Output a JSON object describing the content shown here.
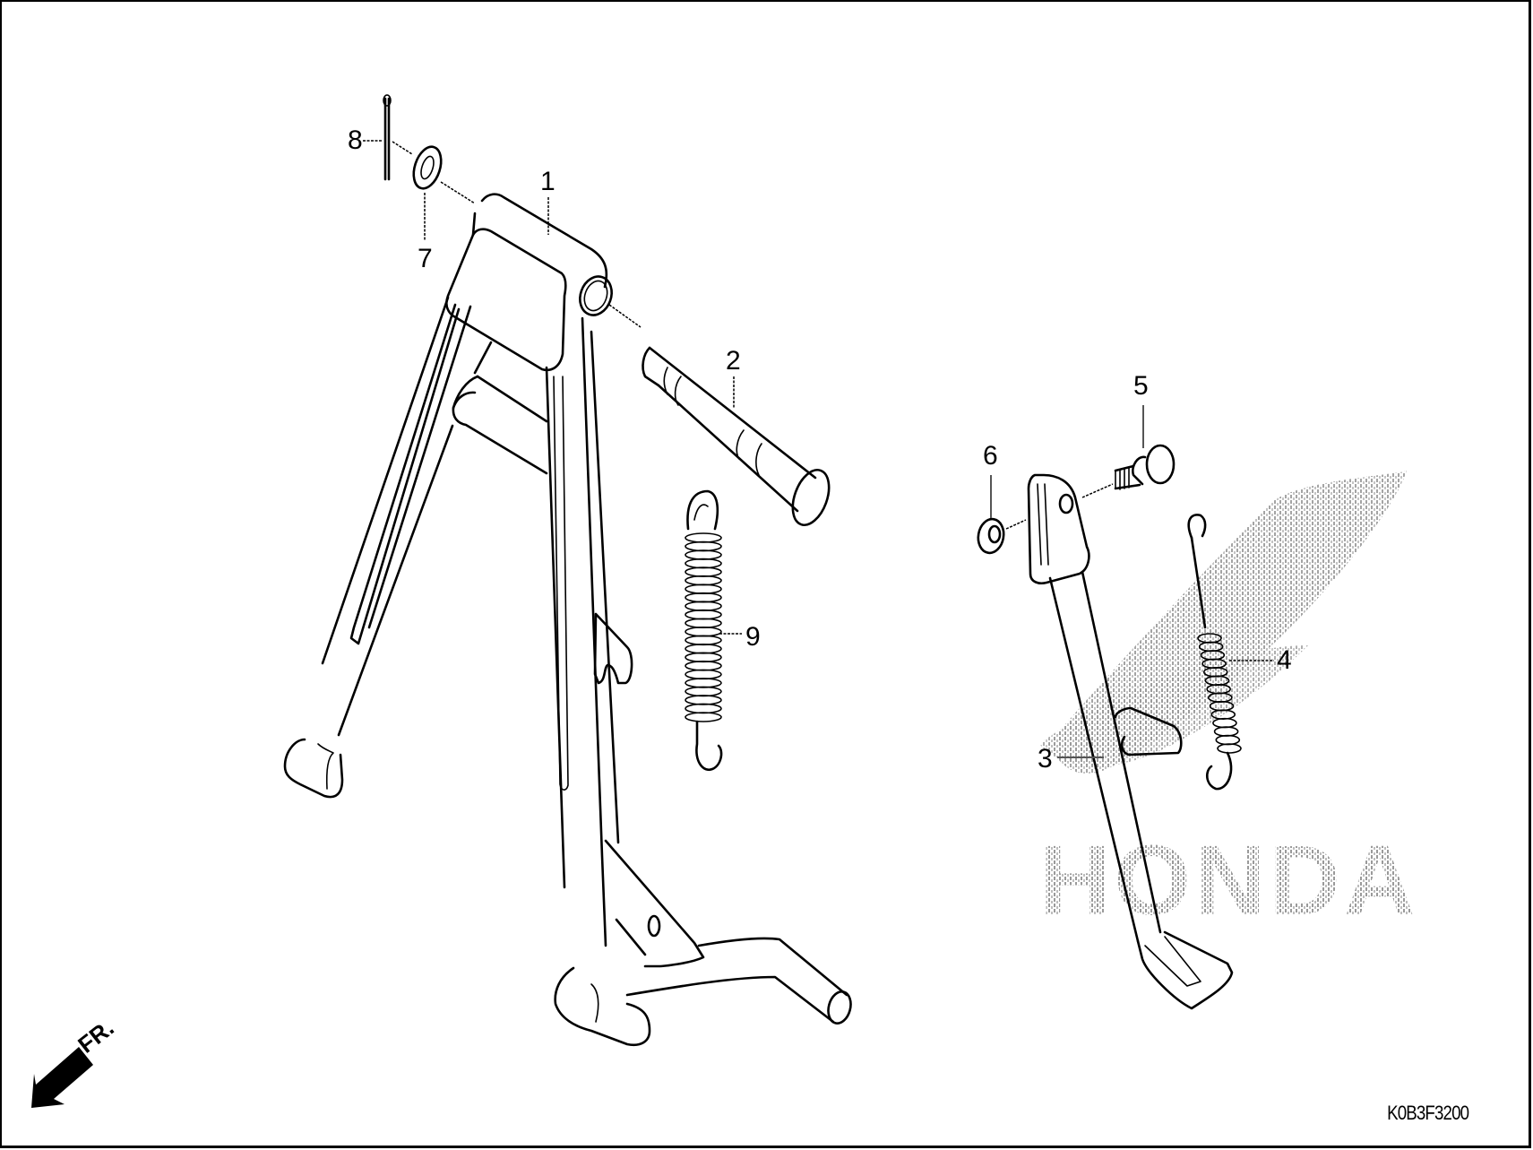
{
  "diagram": {
    "title": "Stand (parts diagram)",
    "code": "K0B3F3200",
    "direction_label": "FR.",
    "watermark": "HONDA",
    "colors": {
      "line": "#000000",
      "background": "#ffffff",
      "watermark": "#9a9a9a"
    },
    "parts": [
      {
        "ref": "1",
        "description": "main stand"
      },
      {
        "ref": "2",
        "description": "stand pivot shaft"
      },
      {
        "ref": "3",
        "description": "side stand"
      },
      {
        "ref": "4",
        "description": "side stand spring"
      },
      {
        "ref": "5",
        "description": "side stand pivot bolt"
      },
      {
        "ref": "6",
        "description": "nut"
      },
      {
        "ref": "7",
        "description": "washer"
      },
      {
        "ref": "8",
        "description": "cotter pin"
      },
      {
        "ref": "9",
        "description": "main stand spring"
      }
    ]
  }
}
